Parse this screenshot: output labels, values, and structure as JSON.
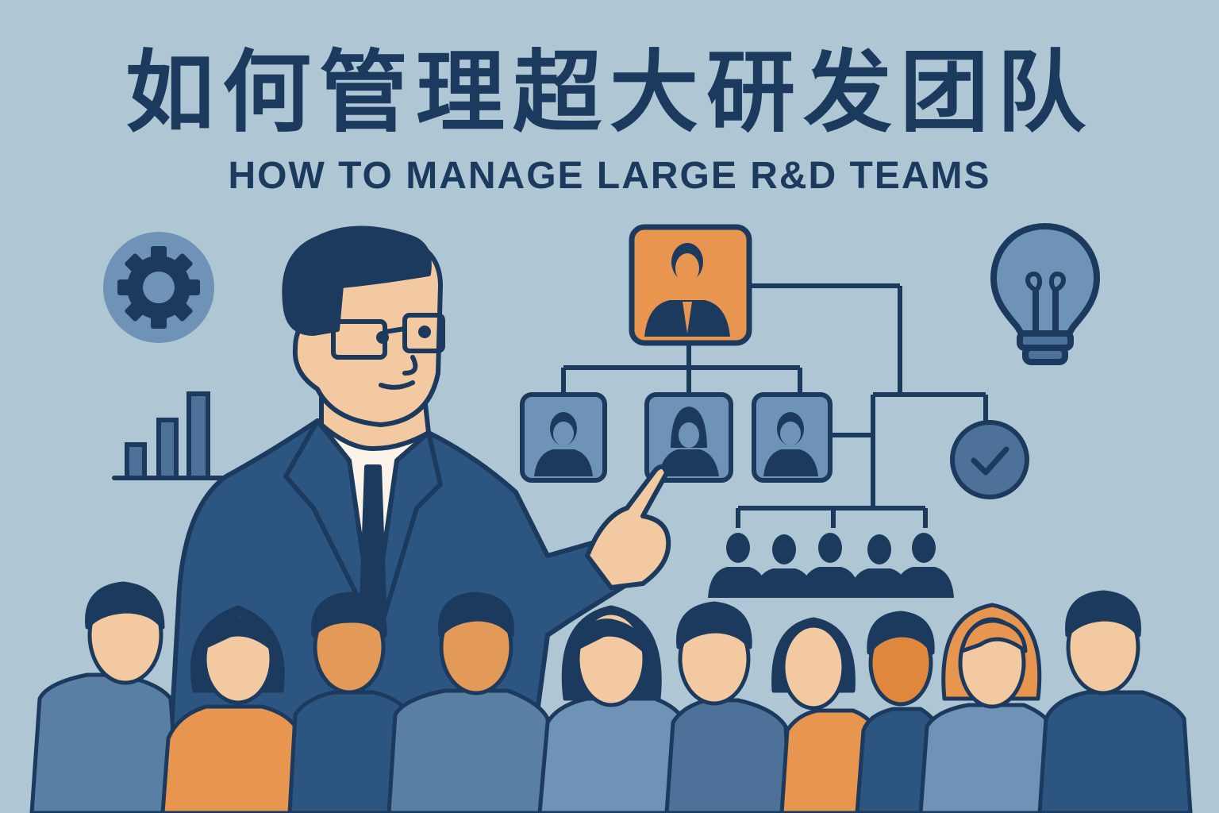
{
  "header": {
    "title_zh": "如何管理超大研发团队",
    "title_en": "HOW TO MANAGE LARGE R&D TEAMS"
  },
  "icons": [
    "gear-icon",
    "bar-chart-icon",
    "lightbulb-icon",
    "check-circle-icon"
  ],
  "org_chart": {
    "top": "manager-node",
    "middle": [
      "member-node-male",
      "member-node-female",
      "member-node-male"
    ],
    "team_group_count": 5
  },
  "crowd": {
    "people_count": 10
  },
  "colors": {
    "background": "#afc6d4",
    "navy": "#1c3a5e",
    "mid_blue": "#5a7fa5",
    "light_blue": "#7f9fbf",
    "orange": "#e8954f",
    "skin": "#f2c9a0",
    "skin_dark": "#e39a58",
    "shirt_white": "#fbf3e8"
  }
}
